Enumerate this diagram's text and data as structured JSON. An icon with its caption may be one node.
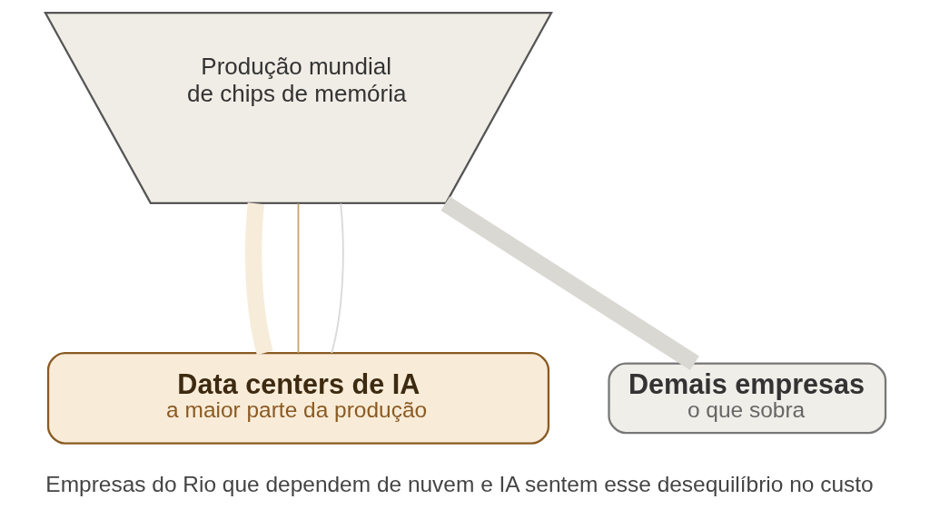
{
  "diagram": {
    "caption": "Empresas do Rio que dependem de nuvem e IA sentem esse desequilíbrio no custo",
    "nodes": [
      {
        "text": [
          "Produção mundial de chips de memória"
        ]
      },
      {
        "text": [
          "Data centers de IA",
          "a maior parte da produção"
        ]
      },
      {
        "text": [
          "Demais empresas",
          "o que sobra"
        ]
      }
    ],
    "edges": [
      {
        "from": 0,
        "to": 1,
        "arrow": "none",
        "style": "thick",
        "color": "#f7ecda"
      },
      {
        "from": 0,
        "to": 1,
        "arrow": "none",
        "color": "#c9a46a"
      },
      {
        "from": 0,
        "to": 1,
        "arrow": "none",
        "color": "#d9d9d9"
      },
      {
        "from": 0,
        "to": 2,
        "arrow": "none",
        "style": "thick",
        "color": "#d9d8d2"
      }
    ]
  }
}
